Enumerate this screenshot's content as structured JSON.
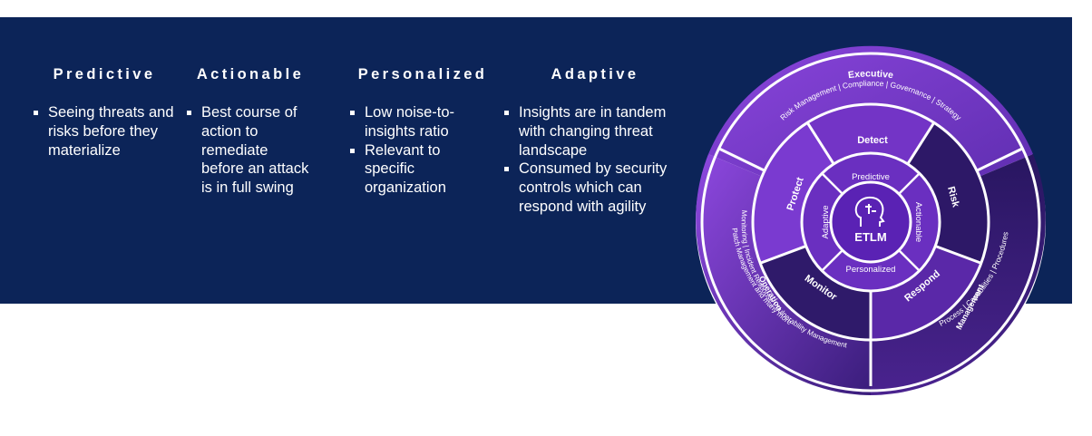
{
  "columns": [
    {
      "title": "Predictive",
      "bullets": [
        "Seeing threats and risks before they materialize"
      ]
    },
    {
      "title": "Actionable",
      "bullets": [
        "Best course of action to remediate before an attack is in full swing"
      ]
    },
    {
      "title": "Personalized",
      "bullets": [
        "Low noise-to-insights ratio",
        "Relevant to specific organization"
      ]
    },
    {
      "title": "Adaptive",
      "bullets": [
        "Insights are in tandem with changing threat landscape",
        "Consumed by security controls which can respond with agility"
      ]
    }
  ],
  "wheel": {
    "center": "ETLM",
    "center_icon": "brain-head-icon",
    "inner": {
      "top": "Predictive",
      "right": "Actionable",
      "bottom": "Personalized",
      "left": "Adaptive"
    },
    "middle": {
      "detect": "Detect",
      "risk": "Risk",
      "respond": "Respond",
      "monitor": "Monitor",
      "protect": "Protect"
    },
    "outer": {
      "executive": {
        "title": "Executive",
        "line1": "Risk Management  |  Compliance  |  Governance  |  Strategy"
      },
      "management": {
        "title": "Management",
        "line1": "Process  |  Capabilities  |  Procedures"
      },
      "operation": {
        "title": "Operation",
        "line1": "Monitoring  |  Incident Response  |  Vulnerability Management",
        "line2": "Patch Management and many more"
      }
    },
    "colors": {
      "outer_light": "#7a3bd0",
      "outer_dark": "#321a6c",
      "middle_light": "#7534c8",
      "middle_dark": "#2f1a68",
      "inner": "#6a2fc0",
      "hub": "#5a22b4"
    }
  }
}
